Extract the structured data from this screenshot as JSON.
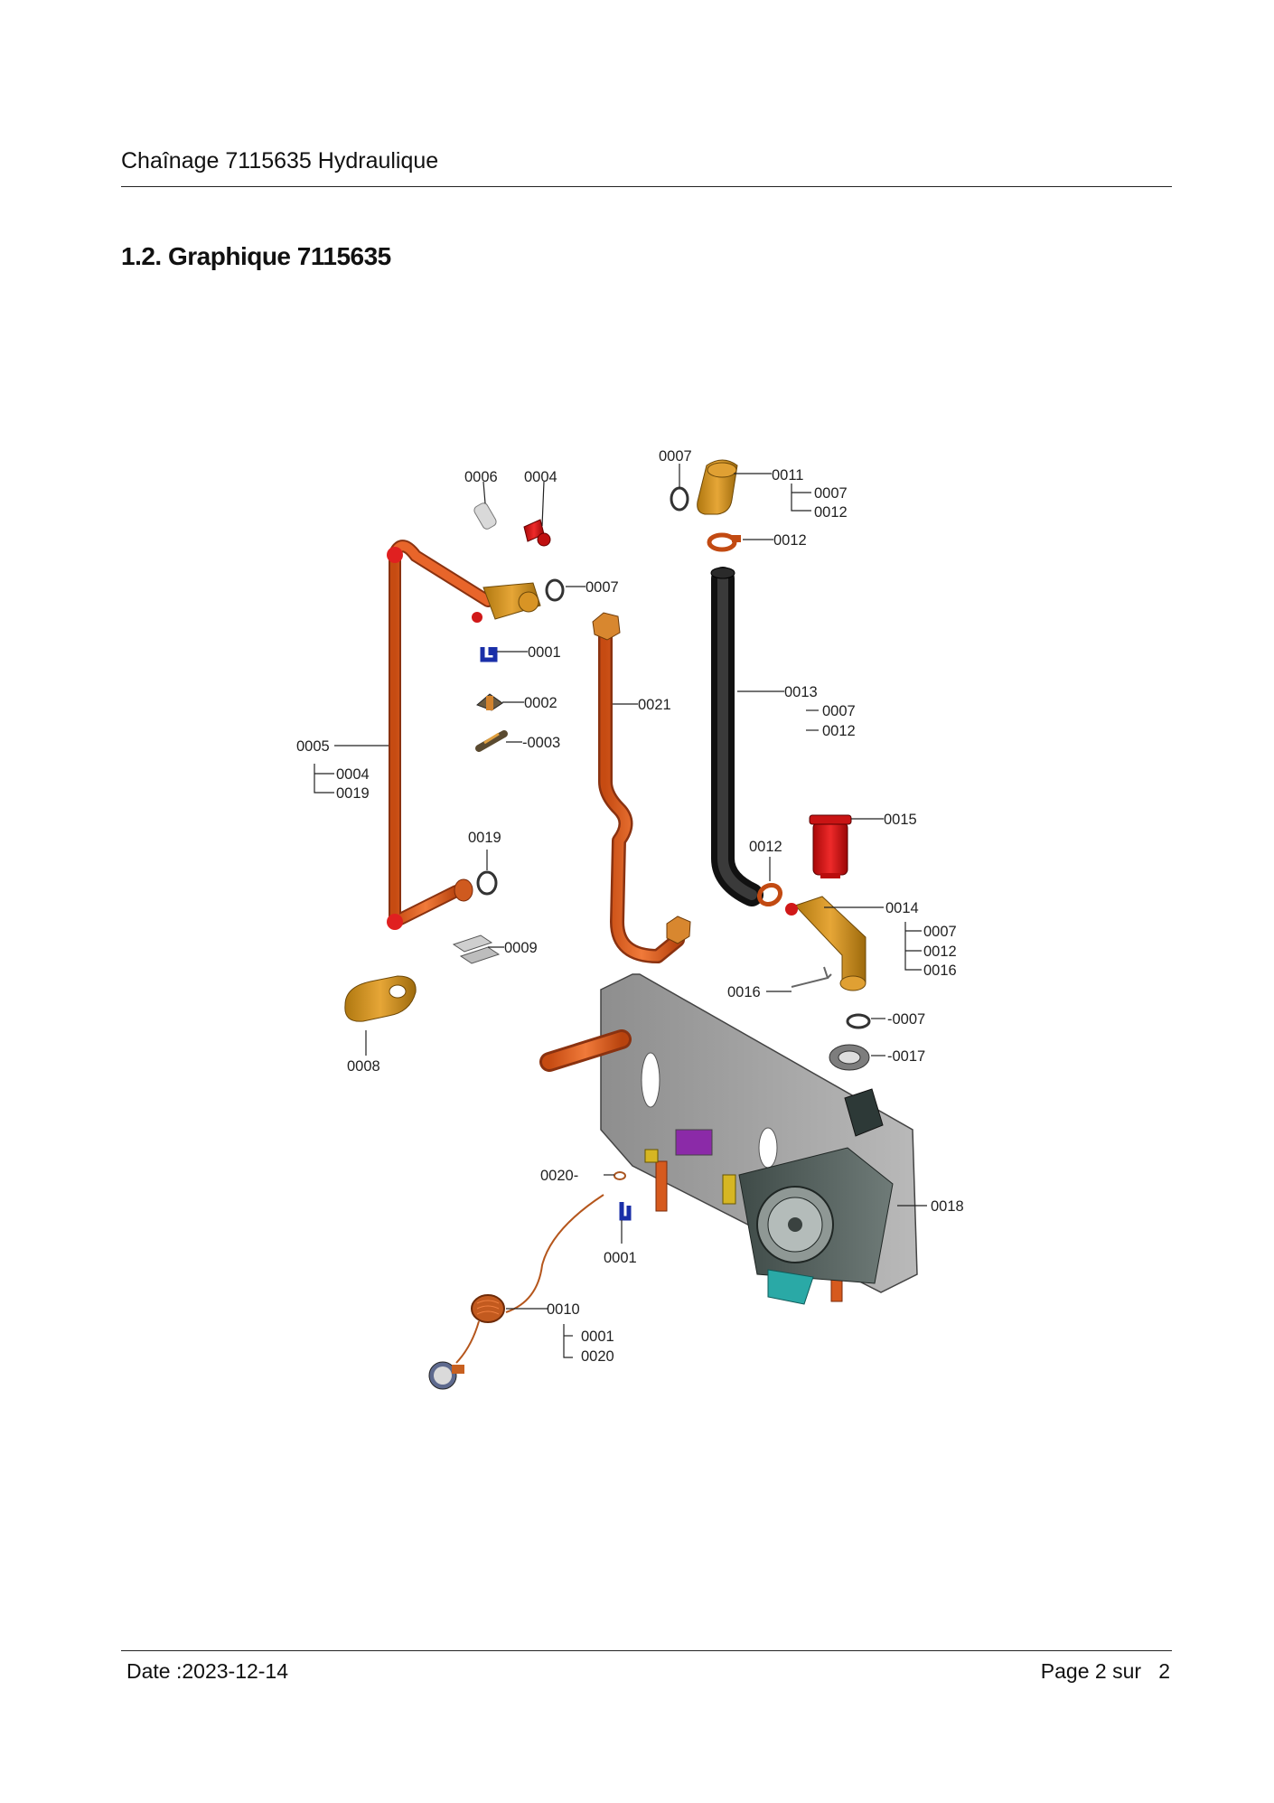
{
  "header": {
    "title": "Chaînage 7115635 Hydraulique"
  },
  "section": {
    "heading": "1.2. Graphique 7115635"
  },
  "diagram": {
    "callouts": {
      "c0006": "0006",
      "c0004": "0004",
      "c0007_top": "0007",
      "c0011": "0011",
      "c0011_sub1": "0007",
      "c0011_sub2": "0012",
      "c0012_a": "0012",
      "c0007_b": "0007",
      "c0001_a": "0001",
      "c0002": "0002",
      "c0003": "-0003",
      "c0021": "0021",
      "c0013": "0013",
      "c0013_sub1": "0007",
      "c0013_sub2": "0012",
      "c0005": "0005",
      "c0005_sub1": "0004",
      "c0005_sub2": "0019",
      "c0015": "0015",
      "c0019": "0019",
      "c0012_b": "0012",
      "c0014": "0014",
      "c0014_sub1": "0007",
      "c0014_sub2": "0012",
      "c0014_sub3": "0016",
      "c0009": "0009",
      "c0016": "0016",
      "c0007_c": "-0007",
      "c0017": "-0017",
      "c0008": "0008",
      "c0020": "0020-",
      "c0018": "0018",
      "c0001_b": "0001",
      "c0010": "0010",
      "c0010_sub1": "0001",
      "c0010_sub2": "0020"
    }
  },
  "footer": {
    "date": "Date :2023-12-14",
    "page_label": "Page 2 sur",
    "page_total": "2"
  }
}
